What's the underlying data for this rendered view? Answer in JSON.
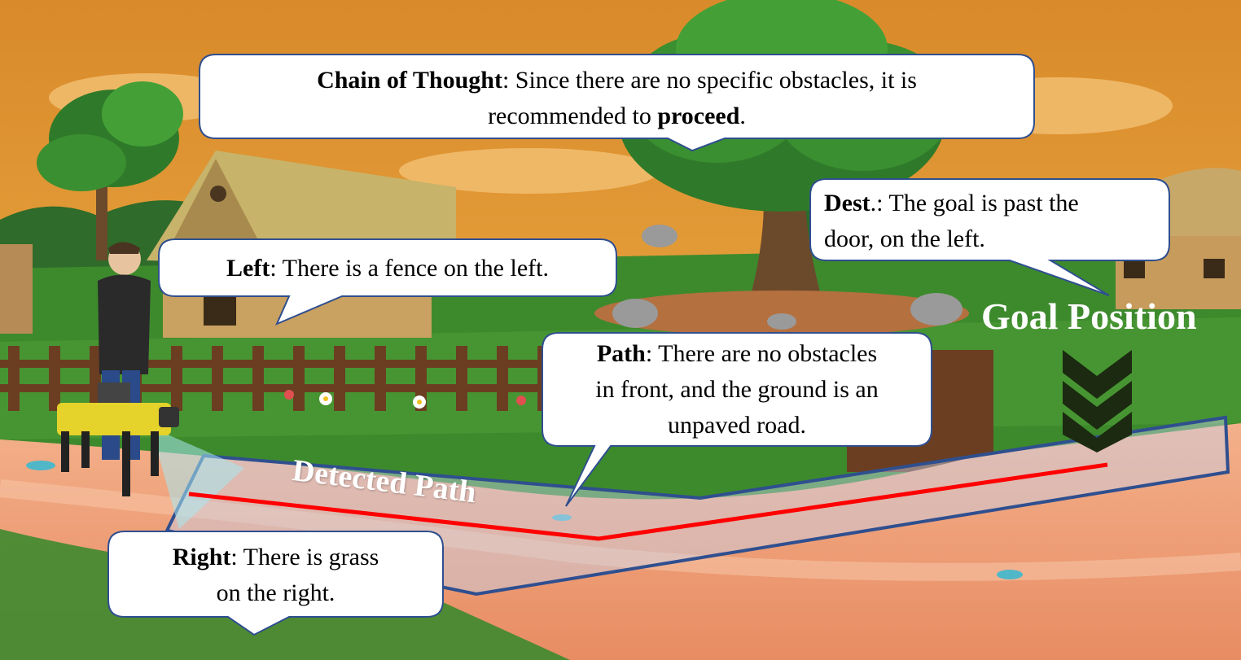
{
  "labels": {
    "goal_position": "Goal Position",
    "detected_path": "Detected Path"
  },
  "callouts": {
    "chain_of_thought": {
      "key": "Chain of Thought",
      "text_a": ": Since there are no specific obstacles, it is",
      "text_b": "recommended to ",
      "emph": "proceed",
      "text_c": "."
    },
    "dest": {
      "key": "Dest",
      "text_a": ".: The goal is past the",
      "text_b": "door, on the left."
    },
    "left": {
      "key": "Left",
      "text": ": There is a fence on the left."
    },
    "path": {
      "key": "Path",
      "text_a": ": There are no obstacles",
      "text_b": "in front, and the ground is an",
      "text_c": "unpaved road."
    },
    "right": {
      "key": "Right",
      "text_a": ": There is grass",
      "text_b": "on the right."
    }
  },
  "colors": {
    "sky": "#e9a23c",
    "grass": "#3f8a2c",
    "road": "#f0a27c",
    "path_line": "#ff0000",
    "path_outline": "#2f4f8f",
    "callout_border": "#2f4f8f",
    "chevron": "#1b2a10"
  },
  "icons": [
    "robot-dog-icon",
    "person-icon",
    "house-icon",
    "tree-icon",
    "chevron-down-icon",
    "fence-icon",
    "flower-icon",
    "rock-icon"
  ]
}
